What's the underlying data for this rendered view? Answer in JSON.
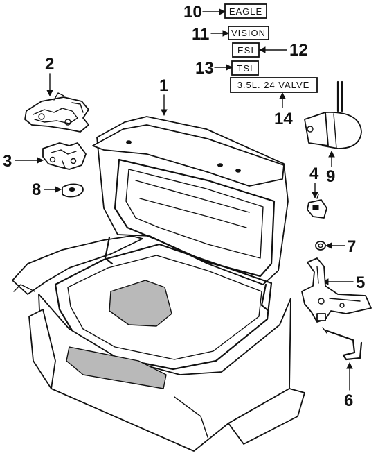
{
  "callouts": {
    "c1": "1",
    "c2": "2",
    "c3": "3",
    "c4": "4",
    "c5": "5",
    "c6": "6",
    "c7": "7",
    "c8": "8",
    "c9": "9",
    "c10": "10",
    "c11": "11",
    "c12": "12",
    "c13": "13",
    "c14": "14"
  },
  "badges": {
    "eagle": "EAGLE",
    "vision": "VISION",
    "esi": "ESI",
    "tsi": "TSI",
    "valve": "3.5L. 24 VALVE"
  }
}
